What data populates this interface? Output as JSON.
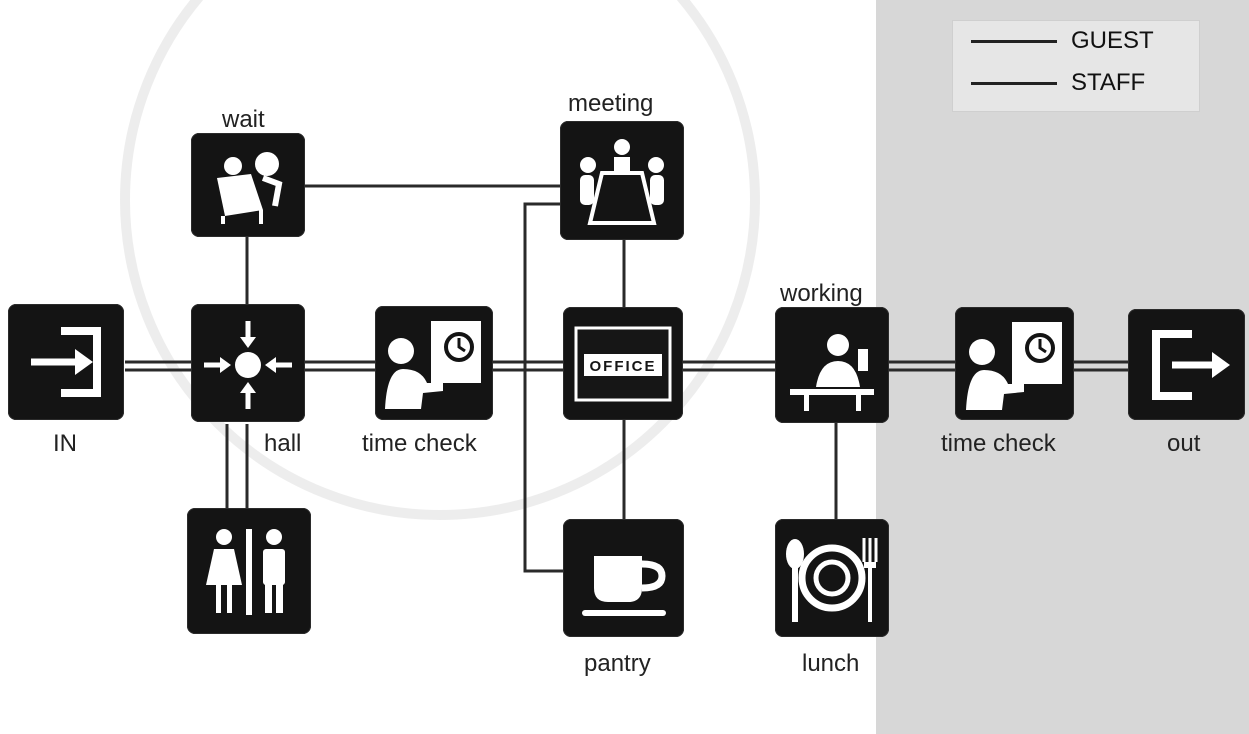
{
  "diagram": {
    "legend": [
      {
        "label": "GUEST"
      },
      {
        "label": "STAFF"
      }
    ],
    "nodes": {
      "in": {
        "label": "IN",
        "icon": "enter-icon"
      },
      "hall": {
        "label": "hall",
        "icon": "gather-icon"
      },
      "wait": {
        "label": "wait",
        "icon": "waiting-chair-icon"
      },
      "restroom": {
        "label": "",
        "icon": "restroom-icon"
      },
      "time_check_1": {
        "label": "time check",
        "icon": "time-clock-icon"
      },
      "meeting": {
        "label": "meeting",
        "icon": "meeting-table-icon"
      },
      "office": {
        "label": "",
        "icon": "office-icon"
      },
      "pantry": {
        "label": "pantry",
        "icon": "coffee-cup-icon"
      },
      "working": {
        "label": "working",
        "icon": "desk-worker-icon"
      },
      "lunch": {
        "label": "lunch",
        "icon": "plate-cutlery-icon"
      },
      "time_check_2": {
        "label": "time check",
        "icon": "time-clock-icon"
      },
      "out": {
        "label": "out",
        "icon": "exit-icon"
      }
    },
    "office_sign_text": "OFFICE"
  }
}
